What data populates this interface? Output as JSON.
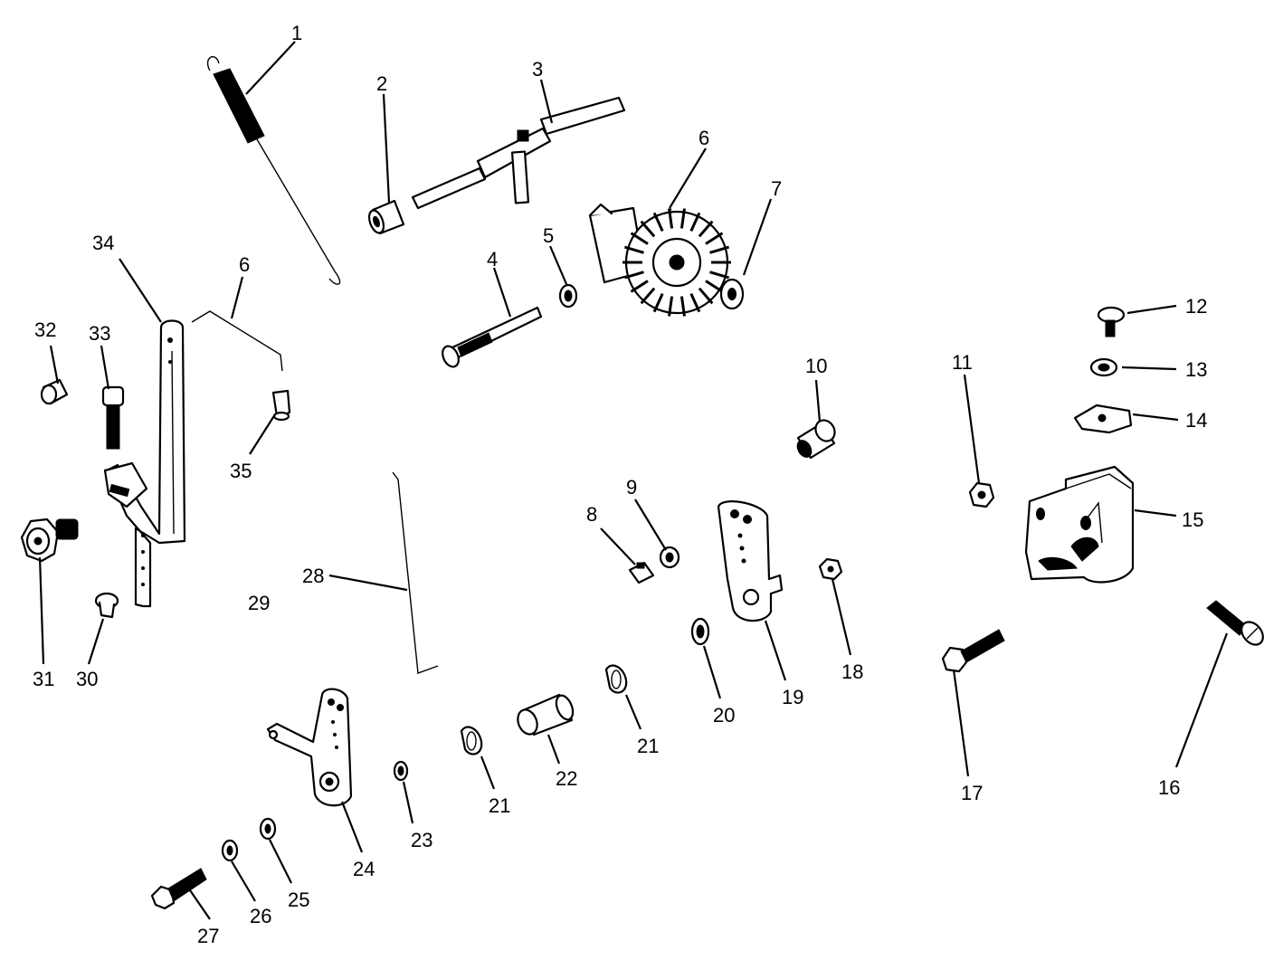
{
  "callouts": {
    "c1": "1",
    "c2": "2",
    "c3": "3",
    "c4": "4",
    "c5": "5",
    "c6a": "6",
    "c6b": "6",
    "c7": "7",
    "c8": "8",
    "c9": "9",
    "c10": "10",
    "c11": "11",
    "c12": "12",
    "c13": "13",
    "c14": "14",
    "c15": "15",
    "c16": "16",
    "c17": "17",
    "c18": "18",
    "c19": "19",
    "c20": "20",
    "c21a": "21",
    "c21b": "21",
    "c22": "22",
    "c23": "23",
    "c24": "24",
    "c25": "25",
    "c26": "26",
    "c27": "27",
    "c28": "28",
    "c29": "29",
    "c30": "30",
    "c31": "31",
    "c32": "32",
    "c33": "33",
    "c34": "34",
    "c35": "35"
  }
}
